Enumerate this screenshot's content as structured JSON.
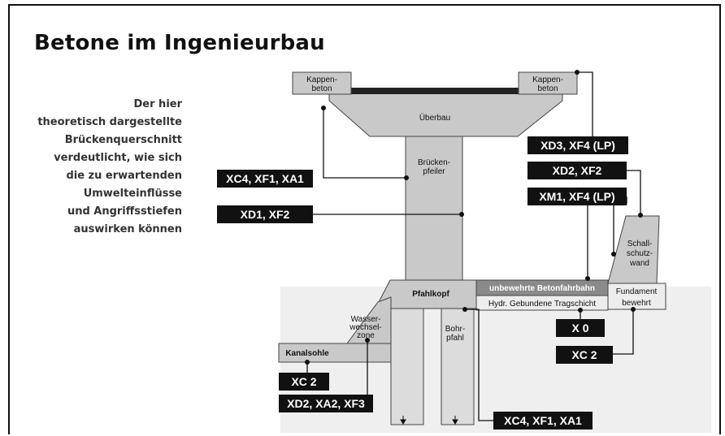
{
  "title": "Betone im Ingenieurbau",
  "description_lines": [
    "Der hier",
    "theoretisch dargestellte",
    "Brückenquerschnitt",
    "verdeutlicht, wie sich",
    "die zu erwartenden",
    "Umwelteinflüsse",
    "und Angriffsstiefen",
    "auswirken können"
  ],
  "parts": {
    "kappen_left": [
      "Kappen-",
      "beton"
    ],
    "kappen_right": [
      "Kappen-",
      "beton"
    ],
    "ueberbau": "Überbau",
    "pfeiler": [
      "Brücken-",
      "pfeiler"
    ],
    "pfahlkopf": "Pfahlkopf",
    "bohrpfahl": [
      "Bohr-",
      "pfahl"
    ],
    "wasserwechselzone": [
      "Wasser-",
      "wechsel-",
      "zone"
    ],
    "kanalsohle": "Kanalsohle",
    "betonfahrbahn": "unbewehrte Betonfahrbahn",
    "tragschicht": "Hydr. Gebundene Tragschicht",
    "fundament": [
      "Fundament",
      "bewehrt"
    ],
    "schallschutzwand": [
      "Schall-",
      "schutz-",
      "wand"
    ]
  },
  "tags": {
    "xc4_xf1_xa1_top": "XC4, XF1, XA1",
    "xd1_xf2": "XD1, XF2",
    "xd3_xf4": "XD3, XF4 (LP)",
    "xd2_xf2": "XD2, XF2",
    "xm1_xf4": "XM1, XF4 (LP)",
    "x0": "X 0",
    "xc2_right": "XC 2",
    "xc2_left": "XC 2",
    "xd2_xa2_xf3": "XD2, XA2, XF3",
    "xc4_xf1_xa1_bottom": "XC4, XF1, XA1"
  },
  "colors": {
    "concrete": "#c9c9c9",
    "concrete_dark": "#b3b3b3",
    "tag_bg": "#111111",
    "fahrbahn": "#8a8a8a",
    "road_dark": "#333333"
  }
}
